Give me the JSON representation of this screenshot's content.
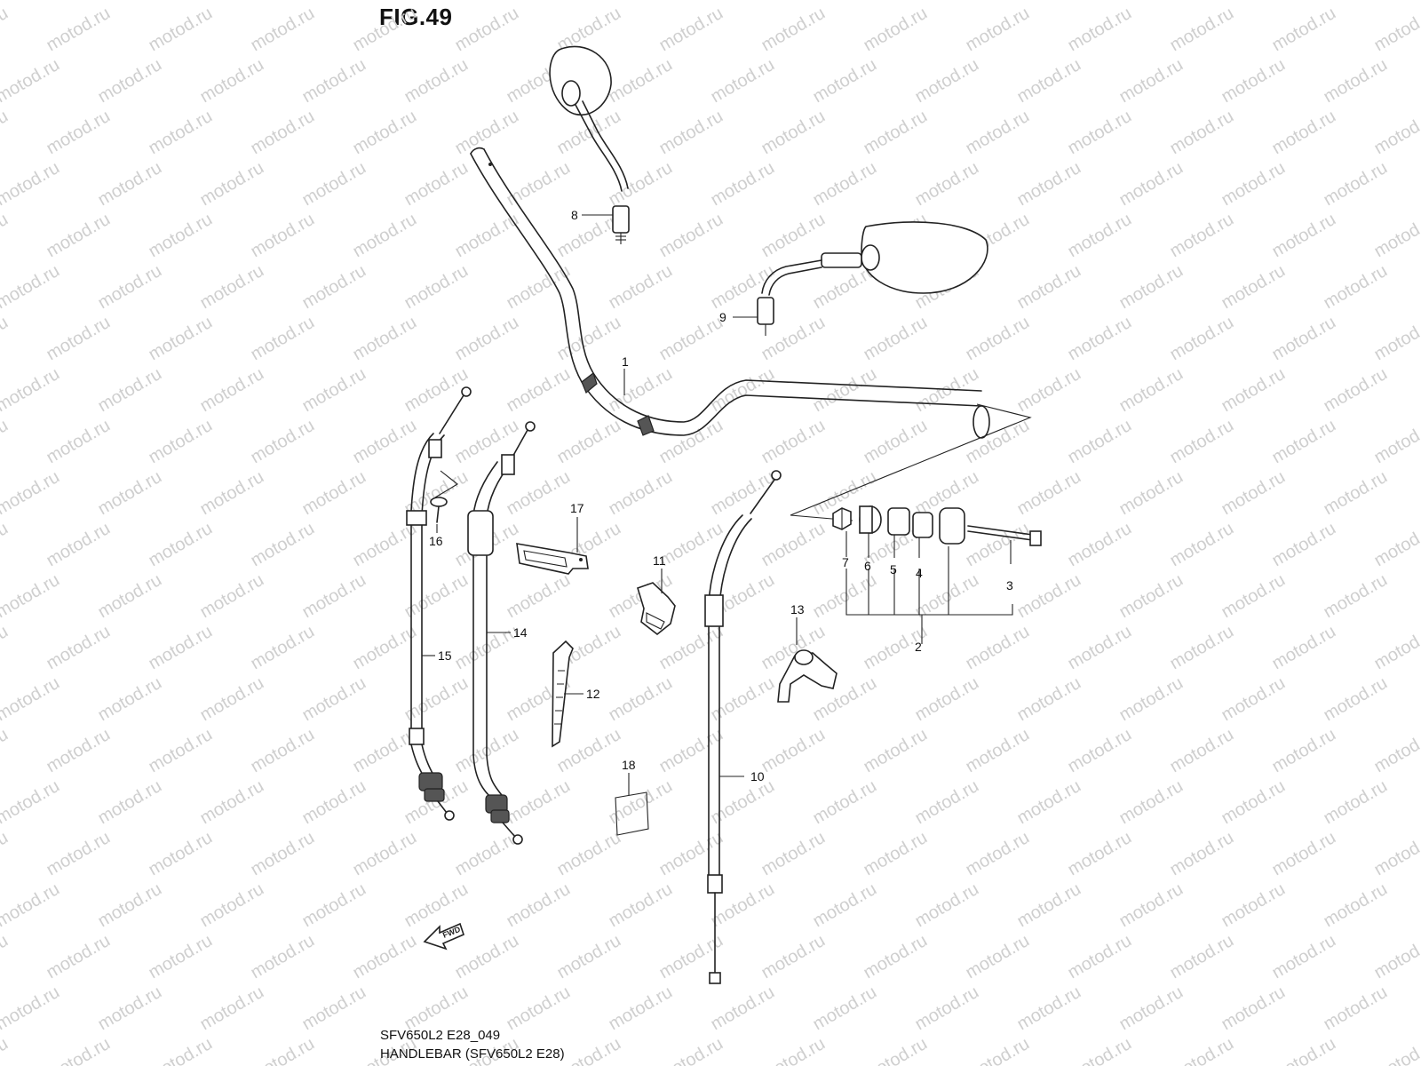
{
  "figure_title": "FIG.49",
  "caption_code": "SFV650L2 E28_049",
  "caption_title": "HANDLEBAR (SFV650L2 E28)",
  "watermark": "motod.ru",
  "fwd_label": "FWD",
  "callouts": {
    "c1": "1",
    "c2": "2",
    "c3": "3",
    "c4": "4",
    "c5": "5",
    "c6": "6",
    "c7": "7",
    "c8": "8",
    "c9": "9",
    "c10": "10",
    "c11": "11",
    "c12": "12",
    "c13": "13",
    "c14": "14",
    "c15": "15",
    "c16": "16",
    "c17": "17",
    "c18": "18"
  },
  "colors": {
    "line": "#222222",
    "watermark": "#cfcfcf",
    "background": "#ffffff"
  }
}
